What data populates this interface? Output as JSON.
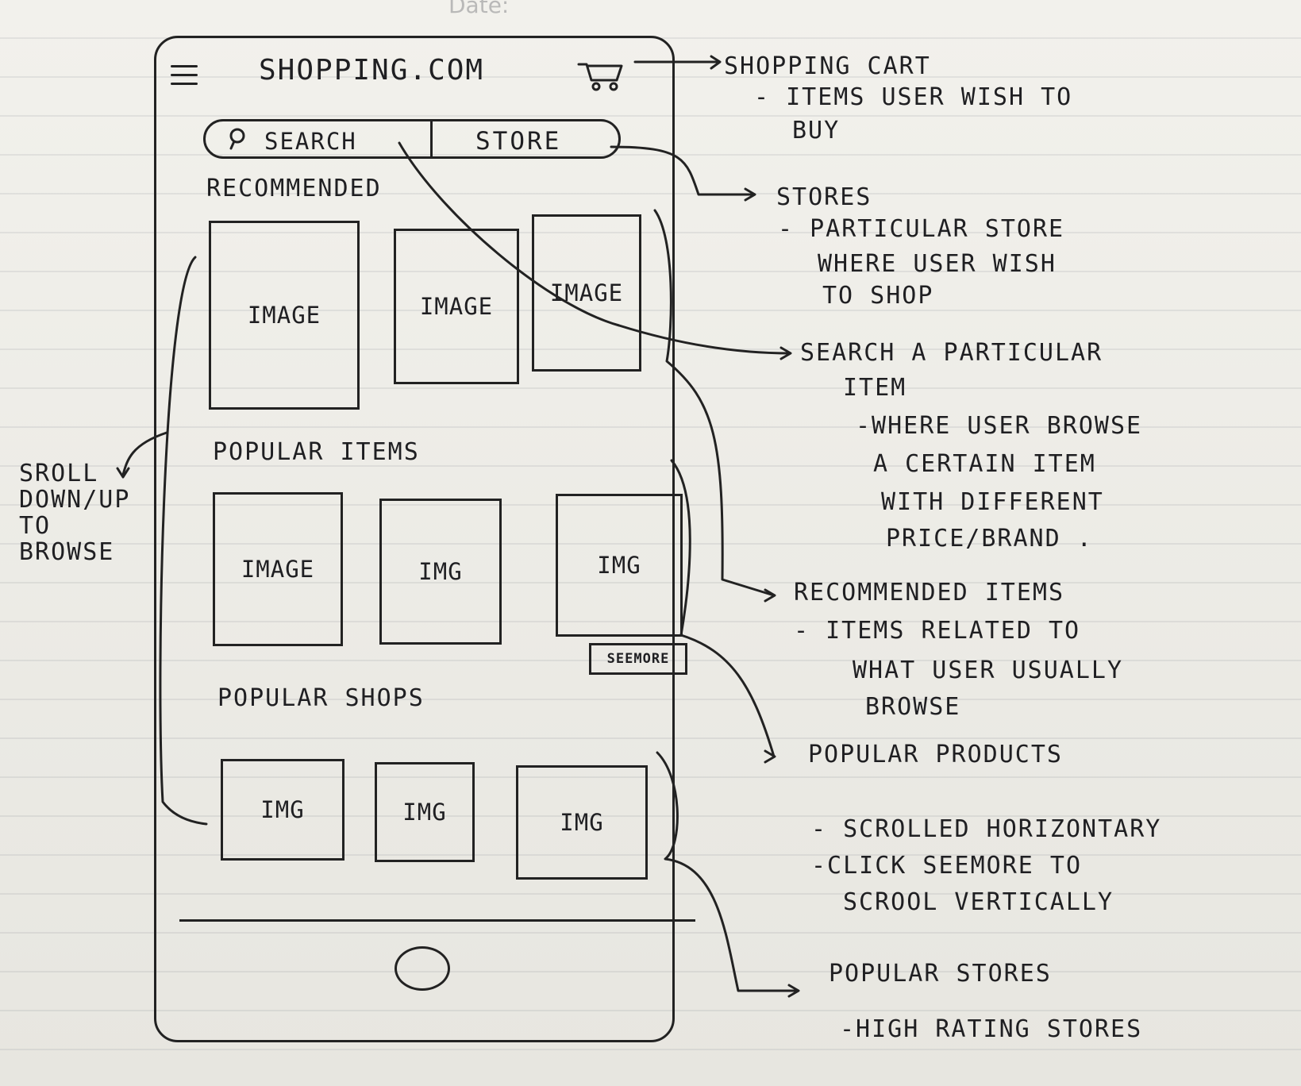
{
  "paper": {
    "date_label": "Date:"
  },
  "app": {
    "title": "SHOPPING.COM",
    "search_label": "SEARCH",
    "store_label": "STORE"
  },
  "sections": {
    "recommended": "RECOMMENDED",
    "popular_items": "POPULAR ITEMS",
    "popular_shops": "POPULAR SHOPS"
  },
  "recommended_cards": [
    "IMAGE",
    "IMAGE",
    "IMAGE"
  ],
  "popular_item_cards": [
    "IMAGE",
    "IMG",
    "IMG"
  ],
  "popular_shop_cards": [
    "IMG",
    "IMG",
    "IMG"
  ],
  "buttons": {
    "see_more": "SEEMORE"
  },
  "notes": {
    "left": "SROLL\nDOWN/UP\nTO\nBROWSE",
    "cart_title": "SHOPPING CART",
    "cart_line1": "- ITEMS USER WISH TO",
    "cart_line2": "BUY",
    "stores_title": "STORES",
    "stores_line1": "- PARTICULAR STORE",
    "stores_line2": "WHERE USER WISH",
    "stores_line3": "TO SHOP",
    "search_title": "SEARCH A PARTICULAR",
    "search_line2": "ITEM",
    "search_line3": "-WHERE USER BROWSE",
    "search_line4": "A CERTAIN ITEM",
    "search_line5": "WITH DIFFERENT",
    "search_line6": "PRICE/BRAND .",
    "recommended_title": "RECOMMENDED ITEMS",
    "recommended_line1": "- ITEMS RELATED TO",
    "recommended_line2": "WHAT USER USUALLY",
    "recommended_line3": "BROWSE",
    "popular_products_title": "POPULAR PRODUCTS",
    "popular_products_line1": "- SCROLLED HORIZONTARY",
    "popular_products_line2": "-CLICK SEEMORE TO",
    "popular_products_line3": "SCROOL VERTICALLY",
    "popular_stores_title": "POPULAR STORES",
    "popular_stores_line1": "-HIGH RATING STORES"
  }
}
